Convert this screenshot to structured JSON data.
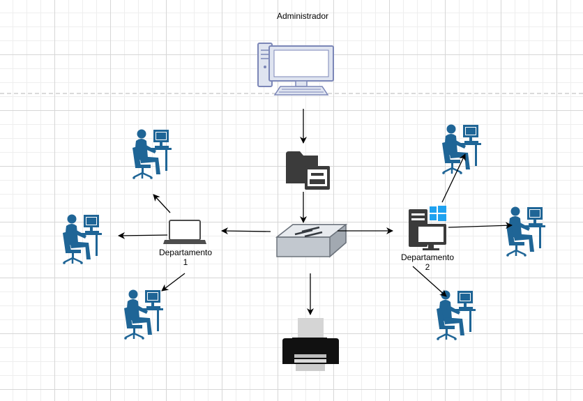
{
  "diagram": {
    "admin_label": "Administrador",
    "dept1_label_line1": "Departamento",
    "dept1_label_line2": "1",
    "dept2_label_line1": "Departamento",
    "dept2_label_line2": "2"
  },
  "colors": {
    "user_blue": "#1f6596",
    "computer_fill": "#dfe4f0",
    "computer_stroke": "#7b86b7",
    "dark_gray": "#3b3b3b",
    "windows_blue": "#1fa2f0"
  },
  "icons": [
    "desktop-computer-icon",
    "file-cabinet-icon",
    "network-switch-icon",
    "printer-icon",
    "laptop-icon",
    "workstation-icon",
    "user-at-computer-icon"
  ]
}
